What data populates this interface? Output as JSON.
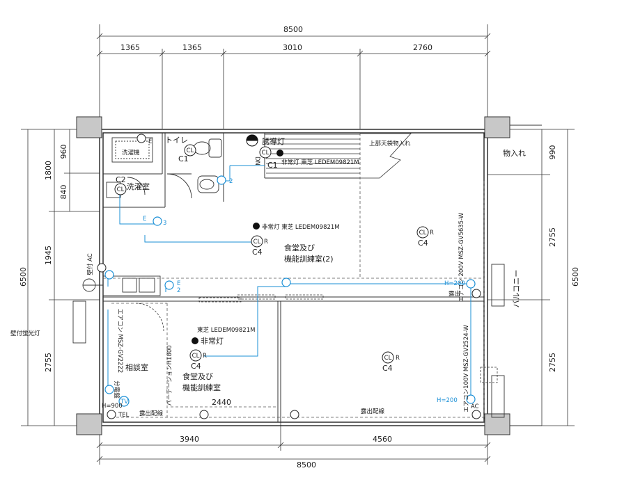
{
  "dimensions": {
    "top_total": "8500",
    "top_segments": [
      "1365",
      "1365",
      "3010",
      "2760"
    ],
    "bottom_total": "8500",
    "bottom_segments": [
      "3940",
      "4560"
    ],
    "left_total": "6500",
    "left_segments": [
      "1800",
      "1945",
      "2755"
    ],
    "left_sub": [
      "960",
      "840"
    ],
    "right_total": "6500",
    "right_segments": [
      "990",
      "2755",
      "2755"
    ],
    "inner_2440": "2440"
  },
  "rooms": {
    "toilet": "トイレ",
    "laundry_machine": "洗濯機",
    "laundry_room": "洗濯室",
    "dining_training_upper_1": "食堂及び",
    "dining_training_upper_2": "機能訓練室(2)",
    "consultation": "相談室",
    "dining_training_lower_1": "食堂及び",
    "dining_training_lower_2": "機能訓練室",
    "storage": "物入れ",
    "balcony": "バルコニー"
  },
  "labels": {
    "guide_light": "誘導灯",
    "emergency_light_1": "非常灯 東芝 LEDEM09821M",
    "emergency_light_2": "非常灯 東芝 LEDEM09821M",
    "emergency_light_3_model": "東芝 LEDEM09821M",
    "emergency_light_3": "非常灯",
    "upper_storage": "上部天袋物入れ",
    "wall_fluorescent": "壁付蛍光灯",
    "wall_ac": "壁付 AC",
    "aircon_left": "エアコン MSZ-GV2222",
    "aircon_right_upper": "エアコン 200V MSZ-GV5635-W",
    "aircon_right_lower": "エアコン100V MSZ-GV2524-W",
    "partition": "パーテーションH1800",
    "exposed_wiring_left": "露出配線",
    "exposed_wiring_right": "露出配線",
    "exposed_wiring_right_upper": "露出",
    "h200_upper": "H=200",
    "h200_lower": "H=200",
    "h900": "H=900",
    "ac": "AC",
    "c1_a": "C1",
    "c1_b": "C1",
    "c2": "C2",
    "c4_a": "C4",
    "c4_b": "C4",
    "c4_c": "C4",
    "c4_d": "C4",
    "e_a": "E",
    "e_b": "E",
    "e_c": "E",
    "num_2a": "2",
    "num_3": "3",
    "num_2b": "2",
    "cl": "CL",
    "r": "R",
    "dn": "DN",
    "tv": "TV",
    "tel": "TEL",
    "switch_board": "分電盤"
  }
}
